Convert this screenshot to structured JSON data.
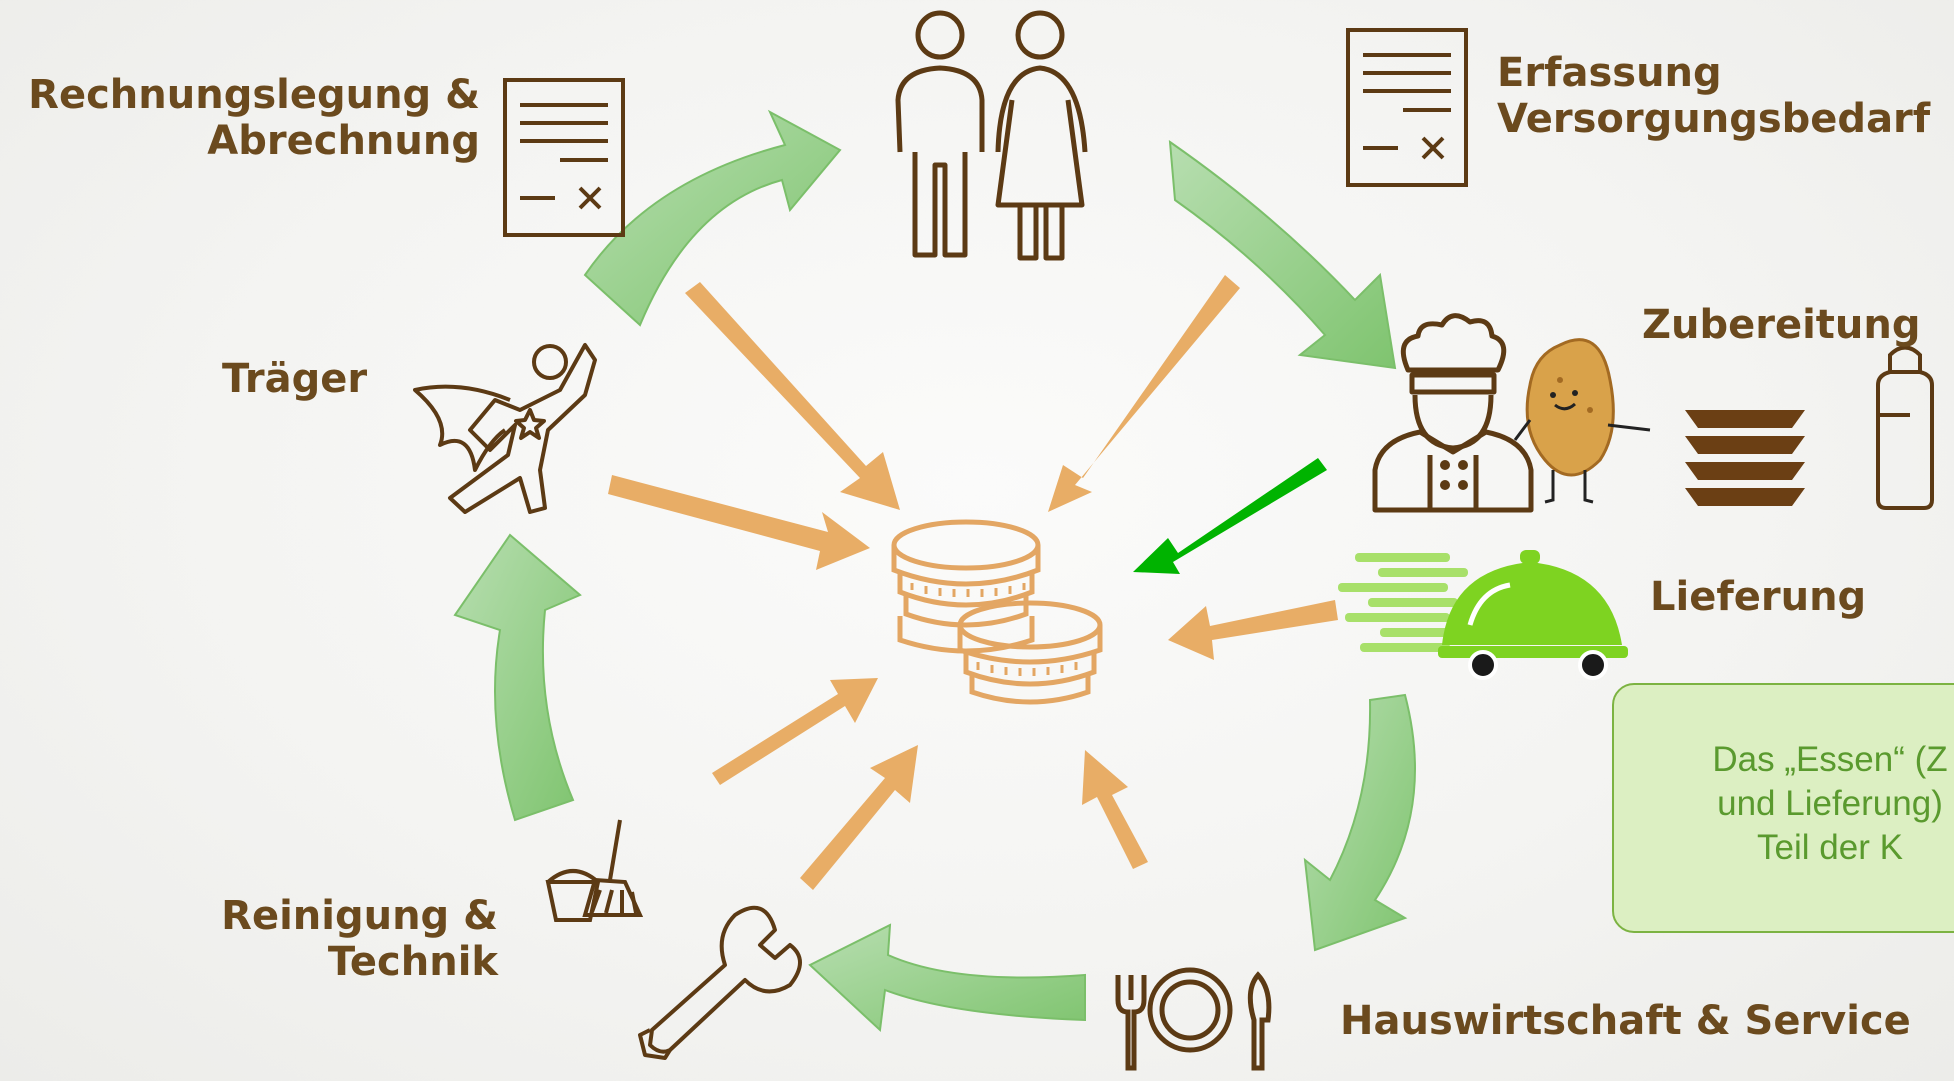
{
  "labels": {
    "rechnungslegung": [
      "Rechnungslegung &",
      "Abrechnung"
    ],
    "erfassung": [
      "Erfassung",
      "Versorgungsbedarf"
    ],
    "zubereitung": "Zubereitung",
    "lieferung": "Lieferung",
    "traeger": "Träger",
    "reinigung": [
      "Reinigung &",
      "Technik"
    ],
    "hauswirtschaft": "Hauswirtschaft & Service"
  },
  "note": {
    "lines": [
      "Das „Essen“ (Z",
      "und Lieferung)",
      "Teil der K"
    ]
  },
  "icons": {
    "people": "man-woman-icon",
    "document_left": "invoice-document-icon",
    "document_right": "form-document-icon",
    "chef": "chef-icon",
    "potato": "potato-mascot-icon",
    "plates": "plate-stack-icon",
    "bottle": "bottle-icon",
    "delivery": "food-delivery-cart-icon",
    "superhero": "superhero-icon",
    "cleaning": "bucket-broom-icon",
    "wrench": "wrench-icon",
    "cutlery": "plate-cutlery-icon",
    "coins": "coins-icon"
  },
  "colors": {
    "label_brown": "#6b4a1e",
    "icon_brown": "#5c3a14",
    "cycle_arrow_green": "#8cc97a",
    "cost_arrow_orange": "#e8ad66",
    "highlight_arrow_green": "#00b300",
    "coins_orange": "#e3a663",
    "delivery_green": "#7ed321",
    "note_fill": "#dcefc2",
    "note_border": "#7cb342",
    "note_text": "#5a9a2e"
  }
}
